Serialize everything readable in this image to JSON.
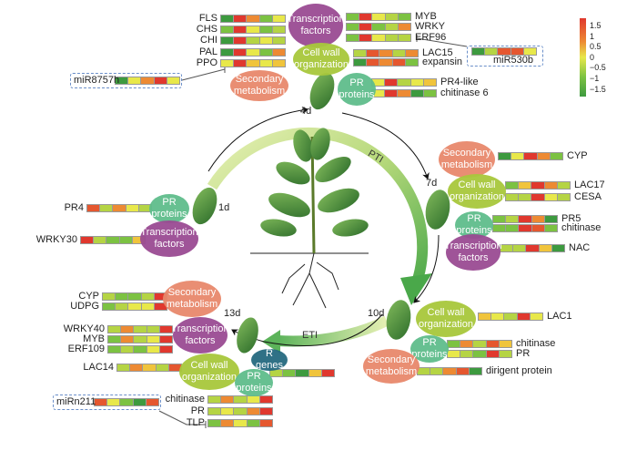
{
  "palette": {
    "DG": "#3d9a3f",
    "G": "#7cc242",
    "LG": "#b5d444",
    "Y": "#e8e84a",
    "YO": "#f0c43c",
    "O": "#ed8a33",
    "RO": "#e5572f",
    "R": "#e0382e"
  },
  "category_colors": {
    "tf": "#9a4b93",
    "cw": "#a8c83c",
    "pr": "#5fbd8c",
    "sm": "#e8896c",
    "rg": "#256a80"
  },
  "color_scale": {
    "ticks": [
      "1.5",
      "1",
      "0.5",
      "0",
      "−0.5",
      "−1",
      "−1.5"
    ],
    "range": [
      -1.5,
      1.5
    ],
    "high_color": "#e0382e",
    "mid_color": "#e8e84a",
    "low_color": "#3d9a3f"
  },
  "days": [
    "4d",
    "1d",
    "7d",
    "10d",
    "13d"
  ],
  "process_labels": {
    "pti": "PTI",
    "eti": "ETI"
  },
  "categories": [
    {
      "type": "tf",
      "label": "Transcription factors"
    },
    {
      "type": "cw",
      "label": "Cell wall organization"
    },
    {
      "type": "pr",
      "label": "PR proteins"
    },
    {
      "type": "sm",
      "label": "Secondary metabolism"
    },
    {
      "type": "pr",
      "label": "PR proteins"
    },
    {
      "type": "tf",
      "label": "Transcription factors"
    },
    {
      "type": "sm",
      "label": "Secondary metabolism"
    },
    {
      "type": "cw",
      "label": "Cell wall organization"
    },
    {
      "type": "pr",
      "label": "PR proteins"
    },
    {
      "type": "tf",
      "label": "Transcription factors"
    },
    {
      "type": "cw",
      "label": "Cell wall organization"
    },
    {
      "type": "pr",
      "label": "PR proteins"
    },
    {
      "type": "sm",
      "label": "Secondary metabolism"
    },
    {
      "type": "sm",
      "label": "Secondary metabolism"
    },
    {
      "type": "tf",
      "label": "Transcription factors"
    },
    {
      "type": "cw",
      "label": "Cell wall organization"
    },
    {
      "type": "rg",
      "label": "R genes"
    },
    {
      "type": "pr",
      "label": "PR proteins"
    }
  ],
  "genes": [
    {
      "label": "FLS",
      "cells": [
        "DG",
        "R",
        "O",
        "G",
        "Y"
      ]
    },
    {
      "label": "CHS",
      "cells": [
        "G",
        "R",
        "Y",
        "G",
        "LG"
      ]
    },
    {
      "label": "CHI",
      "cells": [
        "DG",
        "R",
        "LG",
        "Y",
        "LG"
      ]
    },
    {
      "label": "PAL",
      "cells": [
        "DG",
        "R",
        "Y",
        "G",
        "O"
      ]
    },
    {
      "label": "PPO",
      "cells": [
        "Y",
        "R",
        "YO",
        "Y",
        "YO"
      ]
    },
    {
      "label": "MYB",
      "cells": [
        "G",
        "R",
        "Y",
        "LG",
        "G"
      ]
    },
    {
      "label": "WRKY",
      "cells": [
        "G",
        "R",
        "G",
        "LG",
        "O"
      ]
    },
    {
      "label": "ERF96",
      "cells": [
        "G",
        "R",
        "Y",
        "LG",
        "LG"
      ]
    },
    {
      "label": "LAC15",
      "cells": [
        "LG",
        "RO",
        "O",
        "LG",
        "O"
      ]
    },
    {
      "label": "expansin",
      "cells": [
        "DG",
        "RO",
        "O",
        "RO",
        "G"
      ]
    },
    {
      "label": "PR4-like",
      "cells": [
        "Y",
        "R",
        "LG",
        "Y",
        "YO"
      ]
    },
    {
      "label": "chitinase 6",
      "cells": [
        "Y",
        "R",
        "O",
        "DG",
        "G"
      ]
    },
    {
      "label": "PR4",
      "cells": [
        "RO",
        "LG",
        "O",
        "Y",
        "LG"
      ]
    },
    {
      "label": "WRKY30",
      "cells": [
        "R",
        "LG",
        "G",
        "G",
        "YO"
      ]
    },
    {
      "label": "CYP",
      "cells": [
        "DG",
        "Y",
        "R",
        "O",
        "G"
      ]
    },
    {
      "label": "LAC17",
      "cells": [
        "G",
        "YO",
        "R",
        "O",
        "LG"
      ]
    },
    {
      "label": "CESA",
      "cells": [
        "LG",
        "LG",
        "R",
        "Y",
        "LG"
      ]
    },
    {
      "label": "PR5",
      "cells": [
        "G",
        "LG",
        "R",
        "O",
        "DG"
      ]
    },
    {
      "label": "chitinase",
      "cells": [
        "G",
        "G",
        "R",
        "RO",
        "G"
      ]
    },
    {
      "label": "NAC",
      "cells": [
        "LG",
        "LG",
        "R",
        "YO",
        "DG"
      ]
    },
    {
      "label": "LAC1",
      "cells": [
        "YO",
        "Y",
        "LG",
        "R",
        "Y"
      ]
    },
    {
      "label": "chitinase",
      "cells": [
        "G",
        "O",
        "LG",
        "RO",
        "YO"
      ]
    },
    {
      "label": "PR",
      "cells": [
        "Y",
        "LG",
        "G",
        "R",
        "LG"
      ]
    },
    {
      "label": "dirigent protein",
      "cells": [
        "LG",
        "LG",
        "O",
        "RO",
        "DG"
      ]
    },
    {
      "label": "CYP",
      "cells": [
        "LG",
        "G",
        "G",
        "LG",
        "R"
      ]
    },
    {
      "label": "UDPG",
      "cells": [
        "G",
        "LG",
        "Y",
        "Y",
        "R"
      ]
    },
    {
      "label": "WRKY40",
      "cells": [
        "LG",
        "O",
        "LG",
        "LG",
        "R"
      ]
    },
    {
      "label": "MYB",
      "cells": [
        "G",
        "O",
        "LG",
        "Y",
        "R"
      ]
    },
    {
      "label": "ERF109",
      "cells": [
        "G",
        "LG",
        "G",
        "Y",
        "R"
      ]
    },
    {
      "label": "LAC14",
      "cells": [
        "LG",
        "O",
        "YO",
        "LG",
        "RO"
      ]
    },
    {
      "label": "",
      "cells": [
        "LG",
        "G",
        "DG",
        "YO",
        "R"
      ]
    },
    {
      "label": "chitinase",
      "cells": [
        "LG",
        "O",
        "LG",
        "Y",
        "R"
      ]
    },
    {
      "label": "PR",
      "cells": [
        "LG",
        "Y",
        "LG",
        "O",
        "R"
      ]
    },
    {
      "label": "TLP",
      "cells": [
        "G",
        "O",
        "Y",
        "G",
        "RO"
      ]
    }
  ],
  "mirnas": [
    {
      "label": "miR8757h",
      "cells": [
        "DG",
        "Y",
        "O",
        "R",
        "Y"
      ]
    },
    {
      "label": "miR530b",
      "cells": [
        "DG",
        "LG",
        "RO",
        "RO",
        "Y"
      ]
    },
    {
      "label": "miRn211",
      "cells": [
        "RO",
        "Y",
        "G",
        "DG",
        "RO"
      ]
    }
  ]
}
